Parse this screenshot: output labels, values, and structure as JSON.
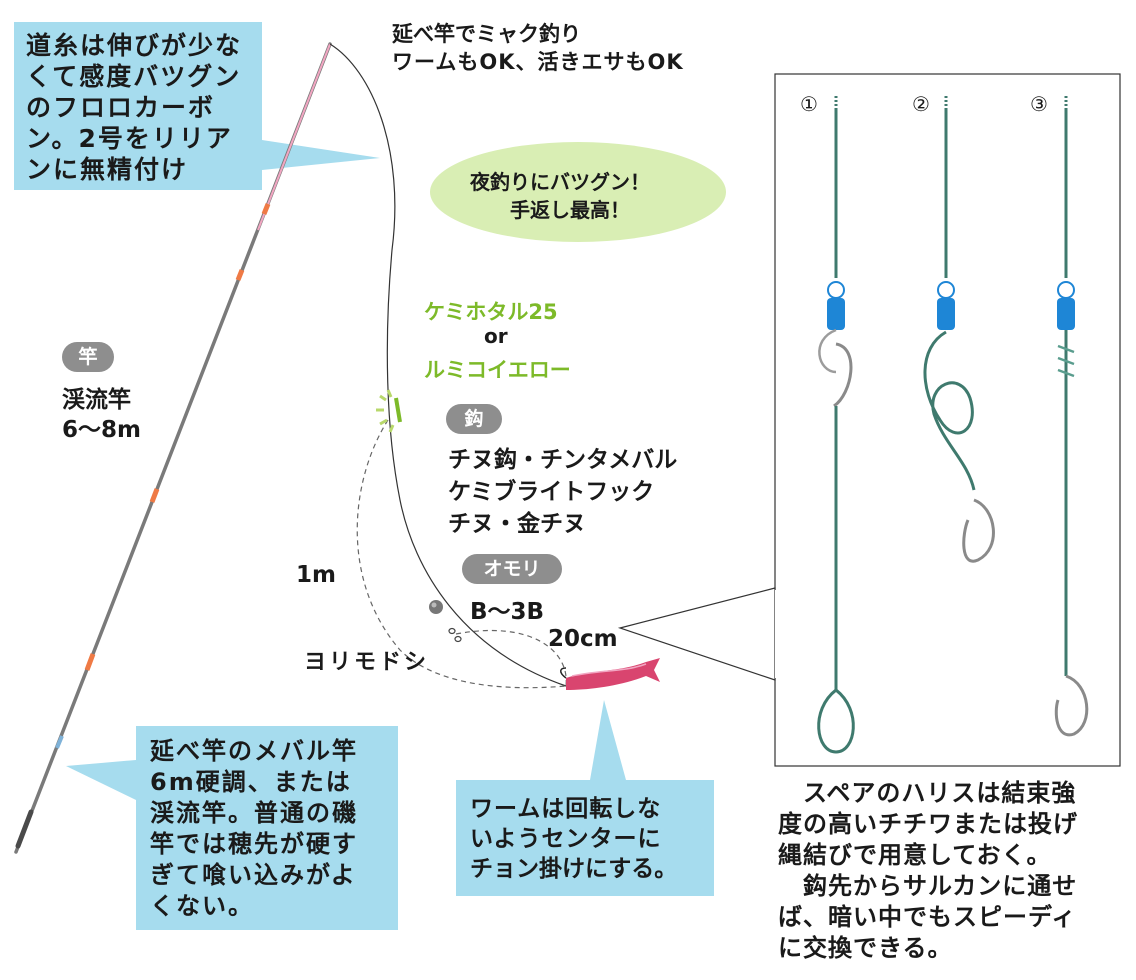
{
  "title": {
    "line1": "延べ竿でミャク釣り",
    "line2": "ワームもOK、活きエサもOK"
  },
  "callout_line": {
    "lines": [
      "道糸は伸びが少な",
      "くて感度バツグン",
      "のフロロカーボ",
      "ン。2号をリリア",
      "ンに無精付け"
    ]
  },
  "callout_rod": {
    "lines": [
      "延べ竿のメバル竿",
      "6m硬調、または",
      "渓流竿。普通の磯",
      "竿では穂先が硬す",
      "ぎて喰い込みがよ",
      "くない。"
    ]
  },
  "callout_worm": {
    "lines": [
      "ワームは回転しな",
      "いようセンターに",
      "チョン掛けにする。"
    ]
  },
  "bubble": {
    "line1": "夜釣りにバツグン！",
    "line2": "手返し最高！"
  },
  "light": {
    "option1": "ケミホタル25",
    "or": "or",
    "option2": "ルミコイエロー"
  },
  "rod": {
    "badge": "竿",
    "line1": "渓流竿",
    "line2": "6〜8m"
  },
  "hook": {
    "badge": "鈎",
    "line1": "チヌ鈎・チンタメバル",
    "line2": "ケミブライトフック",
    "line3": "チヌ・金チヌ"
  },
  "sinker": {
    "badge": "オモリ",
    "value": "B〜3B"
  },
  "measure": {
    "length_1m": "1m",
    "length_20cm": "20cm",
    "yorimodoshi": "ヨリモドシ"
  },
  "inset": {
    "labels": [
      "①",
      "②",
      "③"
    ]
  },
  "note": {
    "lines": [
      "　スペアのハリスは結束強",
      "度の高いチチワまたは投げ",
      "縄結びで用意しておく。",
      "　鈎先からサルカンに通せ",
      "ば、暗い中でもスピーディ",
      "に交換できる。"
    ]
  },
  "colors": {
    "callout_blue": "#a6dcee",
    "bubble_green": "#d9eeb4",
    "accent_green": "#7dba29",
    "badge_gray": "#8e8e8e",
    "leader_teal": "#3f7a6e",
    "swivel_blue": "#1e86d6",
    "worm_pink": "#d9456f",
    "rod_orange": "#ef7a45"
  }
}
